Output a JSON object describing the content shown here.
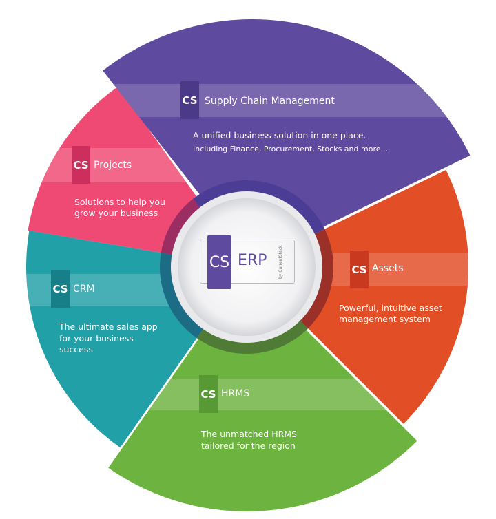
{
  "colors": {
    "scm": "#5e4a9e",
    "projects": "#ee4a74",
    "assets": "#e24e26",
    "hrms": "#6db33f",
    "crm": "#21a0a8"
  },
  "center": {
    "tag": "CS",
    "title": "ERP",
    "byline": "by CurrentStack"
  },
  "modules": {
    "scm": {
      "tag": "CS",
      "title": "Supply Chain Management",
      "desc1": "A unified business solution in one place.",
      "desc2": "Including Finance, Procurement, Stocks and more..."
    },
    "projects": {
      "tag": "CS",
      "title": "Projects",
      "desc1": "Solutions to help you",
      "desc2": "grow your business"
    },
    "crm": {
      "tag": "CS",
      "title": "CRM",
      "desc1": "The ultimate sales app",
      "desc2": "for your business",
      "desc3": "success"
    },
    "assets": {
      "tag": "CS",
      "title": "Assets",
      "desc1": "Powerful, intuitive asset",
      "desc2": "management system"
    },
    "hrms": {
      "tag": "CS",
      "title": "HRMS",
      "desc1": "The unmatched HRMS",
      "desc2": "tailored for the region"
    }
  }
}
